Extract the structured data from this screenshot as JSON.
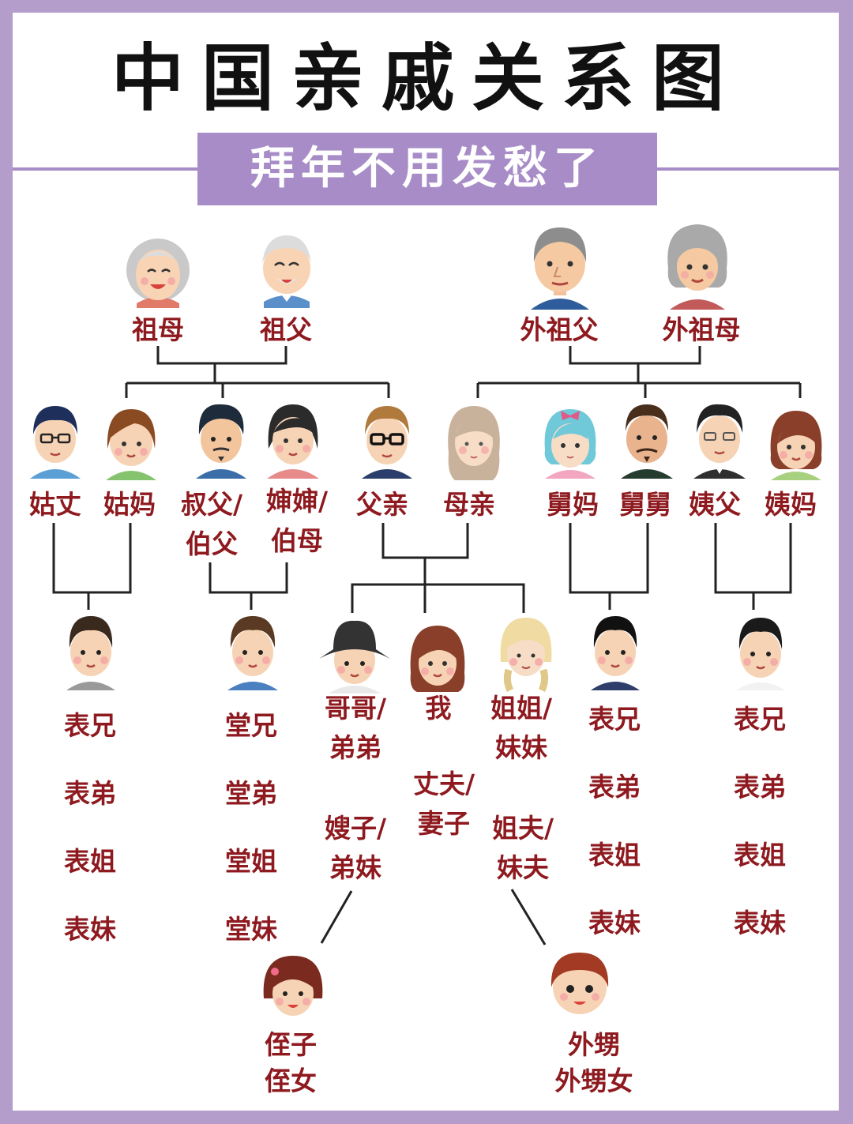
{
  "title": "中国亲戚关系图",
  "subtitle": "拜年不用发愁了",
  "colors": {
    "frame": "#b49ccb",
    "banner": "#a78cc7",
    "label": "#8e1a1f",
    "line": "#222222"
  },
  "grandparents": {
    "paternal_grandmother": "祖母",
    "paternal_grandfather": "祖父",
    "maternal_grandfather": "外祖父",
    "maternal_grandmother": "外祖母"
  },
  "parents_gen": {
    "gu_zhang": "姑丈",
    "gu_ma": "姑妈",
    "shu_fu": [
      "叔父/",
      "伯父"
    ],
    "shen_shen": [
      "婶婶/",
      "伯母"
    ],
    "father": "父亲",
    "mother": "母亲",
    "jiu_ma": "舅妈",
    "jiu_jiu": "舅舅",
    "yi_fu": "姨父",
    "yi_ma": "姨妈"
  },
  "my_gen": {
    "biao_paternal": [
      "表兄",
      "表弟",
      "表姐",
      "表妹"
    ],
    "tang": [
      "堂兄",
      "堂弟",
      "堂姐",
      "堂妹"
    ],
    "brothers": [
      "哥哥/",
      "弟弟"
    ],
    "me": "我",
    "sisters": [
      "姐姐/",
      "妹妹"
    ],
    "spouse": [
      "丈夫/",
      "妻子"
    ],
    "brothers_wives": [
      "嫂子/",
      "弟妹"
    ],
    "sisters_husbands": [
      "姐夫/",
      "妹夫"
    ],
    "biao_jiu": [
      "表兄",
      "表弟",
      "表姐",
      "表妹"
    ],
    "biao_yi": [
      "表兄",
      "表弟",
      "表姐",
      "表妹"
    ]
  },
  "next_gen": {
    "nephews": [
      "侄子",
      "侄女"
    ],
    "nephews_sister": [
      "外甥",
      "外甥女"
    ]
  }
}
